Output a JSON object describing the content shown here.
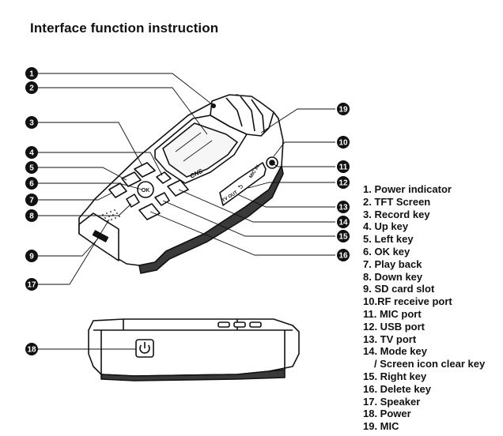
{
  "title": "Interface function instruction",
  "callouts": [
    "1",
    "2",
    "3",
    "4",
    "5",
    "6",
    "7",
    "8",
    "9",
    "10",
    "11",
    "12",
    "13",
    "14",
    "15",
    "16",
    "17",
    "18",
    "19"
  ],
  "device_labels": {
    "ok": "OK",
    "brand": "CNS",
    "tv_out": "TV OUT",
    "usb": "⮌",
    "mic": "MIC IN"
  },
  "legend": [
    "1. Power indicator",
    "2. TFT Screen",
    "3. Record key",
    "4. Up key",
    "5. Left key",
    "6. OK key",
    "7. Play back",
    "8. Down key",
    "9. SD card slot",
    "10.RF receive port",
    "11. MIC port",
    "12. USB port",
    "13. TV port",
    "14. Mode key",
    "/ Screen icon clear key",
    "15. Right key",
    "16. Delete key",
    "17. Speaker",
    "18. Power",
    "19. MIC"
  ]
}
